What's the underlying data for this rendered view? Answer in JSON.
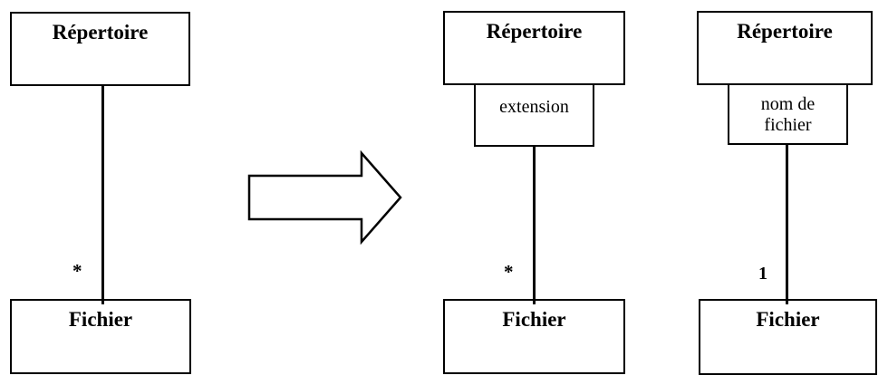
{
  "figure": {
    "description": "UML qualified association transformation",
    "colors": {
      "foreground": "#000000",
      "background": "#ffffff"
    }
  },
  "arrow": {
    "icon": "block-arrow-right-icon"
  },
  "diagrams": {
    "before": {
      "top_class": "Répertoire",
      "bottom_class": "Fichier",
      "multiplicity": "*"
    },
    "after_extension": {
      "top_class": "Répertoire",
      "qualifier": "extension",
      "bottom_class": "Fichier",
      "multiplicity": "*"
    },
    "after_filename": {
      "top_class": "Répertoire",
      "qualifier": "nom de\nfichier",
      "bottom_class": "Fichier",
      "multiplicity": "1"
    }
  }
}
